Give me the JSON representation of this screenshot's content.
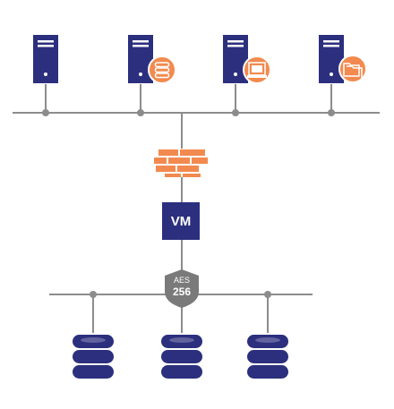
{
  "colors": {
    "navy": "#2b2f7d",
    "orange": "#f28a4f",
    "line": "#8c8c8c",
    "shield": "#7a7a7a",
    "white": "#ffffff"
  },
  "servers": [
    {
      "name": "server-plain",
      "badge": null
    },
    {
      "name": "server-database",
      "badge": "database-icon"
    },
    {
      "name": "server-email",
      "badge": "email-icon"
    },
    {
      "name": "server-files",
      "badge": "folder-icon"
    }
  ],
  "firewall": {
    "icon": "firewall-icon"
  },
  "vm": {
    "label": "VM"
  },
  "encryption": {
    "line1": "AES",
    "line2": "256",
    "icon": "shield-icon"
  },
  "databases": [
    {
      "icon": "database-icon"
    },
    {
      "icon": "database-icon"
    },
    {
      "icon": "database-icon"
    }
  ]
}
